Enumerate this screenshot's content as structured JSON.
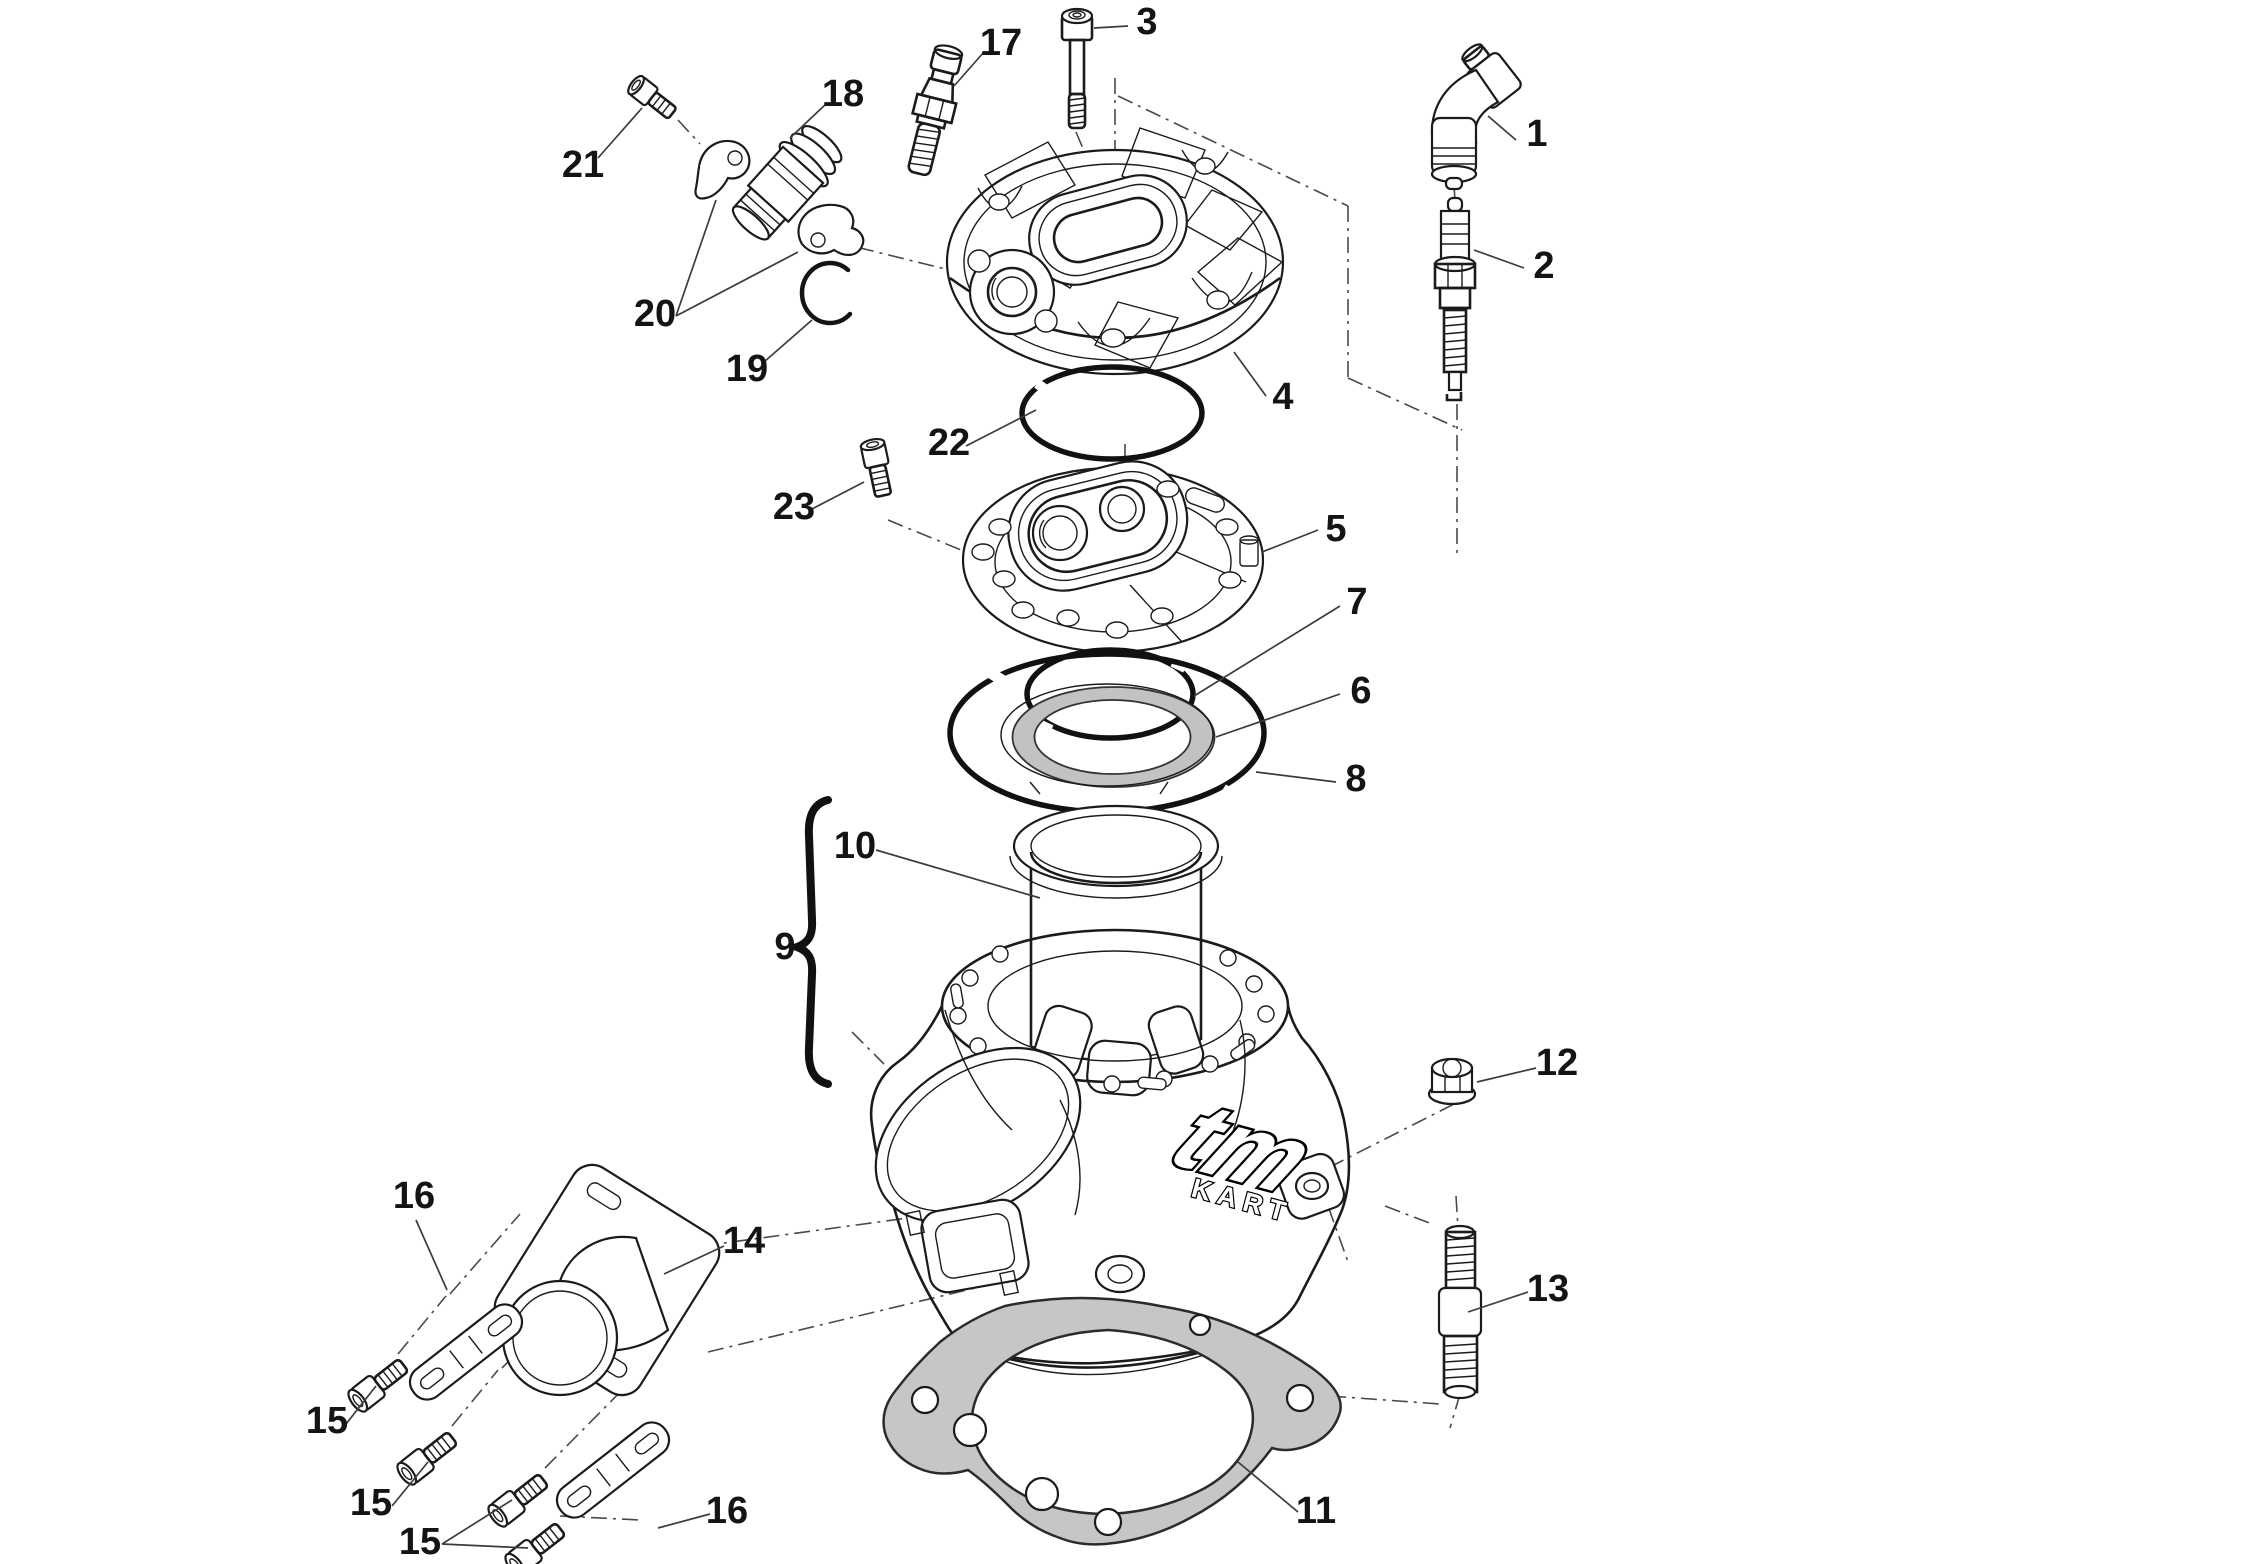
{
  "diagram": {
    "callouts": {
      "n1": "1",
      "n2": "2",
      "n3": "3",
      "n4": "4",
      "n5": "5",
      "n6": "6",
      "n7": "7",
      "n8": "8",
      "n9": "9",
      "n10": "10",
      "n11": "11",
      "n12": "12",
      "n13": "13",
      "n14": "14",
      "n15a": "15",
      "n15b": "15",
      "n15c": "15",
      "n16a": "16",
      "n16b": "16",
      "n17": "17",
      "n18": "18",
      "n19": "19",
      "n20": "20",
      "n21": "21",
      "n22": "22",
      "n23": "23"
    },
    "brand": {
      "logo": "tm",
      "logo_sub": "KART"
    },
    "colors": {
      "line": "#1b1b1b",
      "leader": "#3c3c3c",
      "gasket_fill": "#c6c6c6",
      "oring_fill": "#c2c2c2",
      "label": "#141414",
      "background": "#ffffff"
    }
  }
}
